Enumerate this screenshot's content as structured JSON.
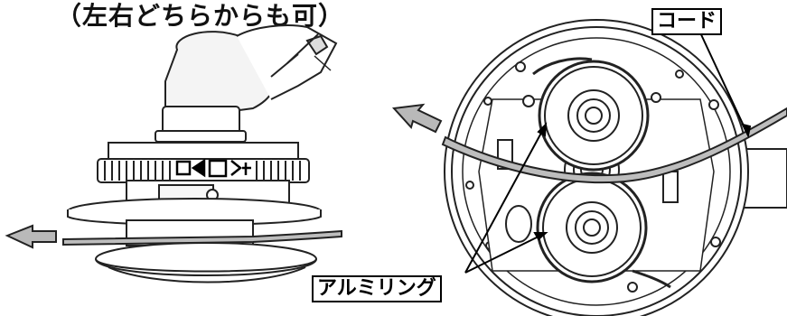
{
  "caption": "（左右どちらからも可）",
  "labels": {
    "cord": "コード",
    "aluminum_ring": "アルミリング"
  },
  "colors": {
    "line": "#222222",
    "arrow_fill": "#b9b9b9",
    "cord_fill": "#bdbdbd"
  }
}
